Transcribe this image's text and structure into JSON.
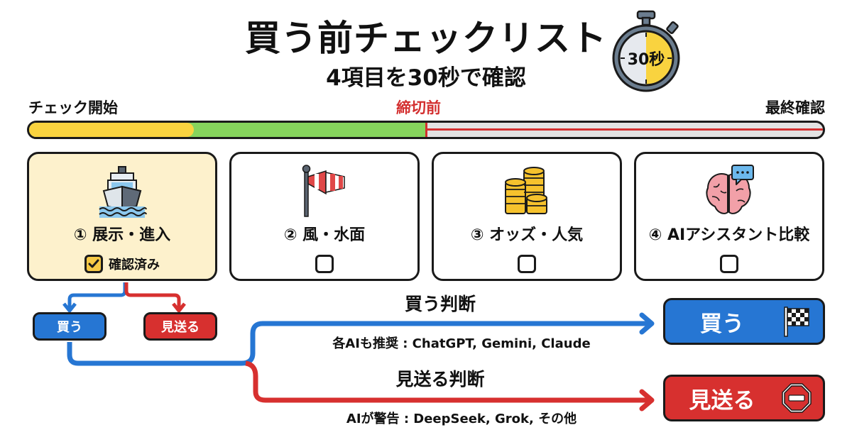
{
  "header": {
    "title": "買う前チェックリスト",
    "subtitle": "4項目を30秒で確認",
    "timer_label": "30秒",
    "timer_icon": "stopwatch-icon"
  },
  "progress": {
    "start_label": "チェック開始",
    "deadline_label": "締切前",
    "end_label": "最終確認",
    "colors": {
      "yellow": "#f9d33f",
      "green": "#86d45c",
      "deadline": "#d32f2f",
      "remaining": "#e2e2e2"
    }
  },
  "cards": [
    {
      "label": "① 展示・進入",
      "icon": "boat-icon",
      "checked": true,
      "status": "確認済み"
    },
    {
      "label": "② 風・水面",
      "icon": "windsock-icon",
      "checked": false,
      "status": ""
    },
    {
      "label": "③ オッズ・人気",
      "icon": "coins-icon",
      "checked": false,
      "status": ""
    },
    {
      "label": "④ AIアシスタント比較",
      "icon": "brain-chat-icon",
      "checked": false,
      "status": ""
    }
  ],
  "branch": {
    "buy_label": "買う",
    "skip_label": "見送る"
  },
  "decisions": {
    "buy": {
      "title": "買う判断",
      "note": "各AIも推奨 : ChatGPT, Gemini, Claude",
      "button_label": "買う",
      "icon": "checkered-flag-icon",
      "color": "#2676d3"
    },
    "skip": {
      "title": "見送る判断",
      "note": "AIが警告 : DeepSeek, Grok, その他",
      "button_label": "見送る",
      "icon": "stop-sign-icon",
      "color": "#d7302f"
    }
  }
}
